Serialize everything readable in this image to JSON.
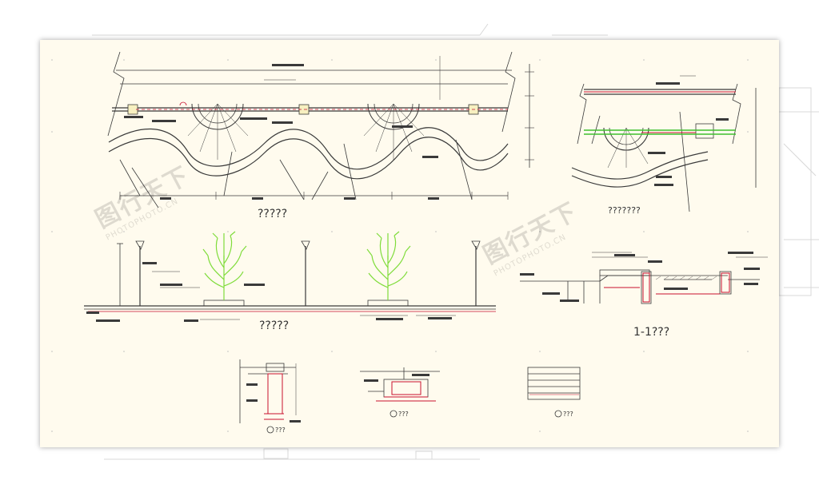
{
  "captions": {
    "plan_view": "?????",
    "plan_detail": "???????",
    "elevation": "?????",
    "section": "1-1???",
    "detail_a": "???",
    "detail_b": "???",
    "detail_c": "???"
  },
  "watermark": {
    "cn_text": "图行天下",
    "en_text": "PHOTOPHOTO.CN"
  },
  "colors": {
    "sheet": "#fffbee",
    "line": "#3a3a3a",
    "red": "#c8102e",
    "green": "#3fbf2f",
    "tree": "#7fdc3a",
    "ghost": "#c8c8c8"
  }
}
